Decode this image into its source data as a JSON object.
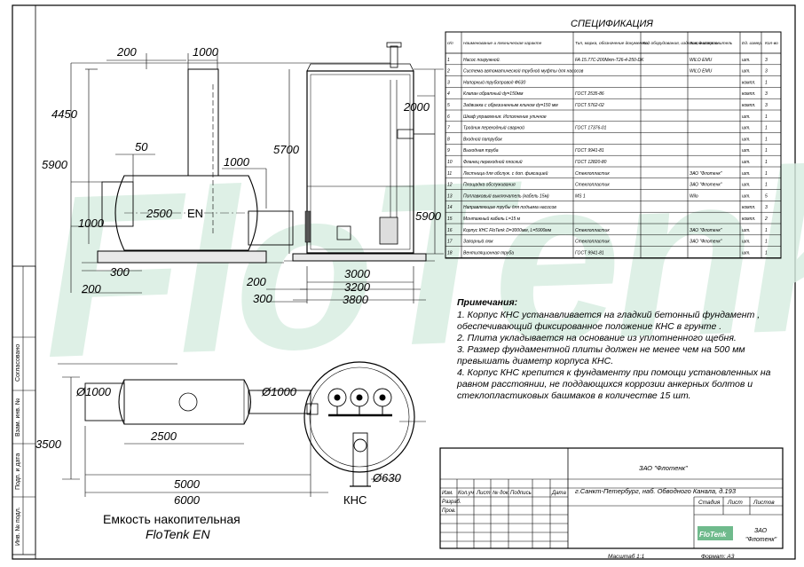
{
  "watermark": "FloTenk",
  "dimensions": {
    "d200_top": "200",
    "d1000_top": "1000",
    "d4450": "4450",
    "d5900_left": "5900",
    "d50": "50",
    "d1000_mid": "1000",
    "d1000_left": "1000",
    "d2500_side": "2500",
    "d300_side": "300",
    "d200_bottom": "200",
    "d5700": "5700",
    "d2000": "2000",
    "d200_knsl": "200",
    "d300_knsl": "300",
    "d3000": "3000",
    "d3200": "3200",
    "d3800": "3800",
    "d5900_right": "5900",
    "d1000_plan": "Ø1000",
    "d1000_plan2": "Ø1000",
    "d3500": "3500",
    "d2500_plan": "2500",
    "d5000": "5000",
    "d6000": "6000",
    "d630": "Ø630"
  },
  "labels": {
    "en_side": "EN",
    "kns_plan": "КНС",
    "tank_title_1": "Емкость накопительная",
    "tank_title_2": "FloTenk EN"
  },
  "spec": {
    "title": "СПЕЦИФИКАЦИЯ",
    "headers": [
      "п/п",
      "Наименование и техническая характеристика",
      "Тип, марка, обозначение документа,опросного листа",
      "Код оборудования, изделия, материала",
      "Завод-изготовитель",
      "Ед. измер.",
      "Кол-во"
    ],
    "rows": [
      {
        "n": "1",
        "name": "Насос погружной.",
        "type": "FA 15.77С-200Мкт-Т26-4-250-DK",
        "code": "",
        "maker": "WILO EMU",
        "unit": "шт.",
        "qty": "3"
      },
      {
        "n": "2",
        "name": "Система автоматической трубной муфты для насосов",
        "type": "",
        "code": "",
        "maker": "WILO EMU",
        "unit": "шт.",
        "qty": "3"
      },
      {
        "n": "3",
        "name": "Напорный трубопровод Ф630",
        "type": "",
        "code": "",
        "maker": "",
        "unit": "компл.",
        "qty": "1"
      },
      {
        "n": "4",
        "name": "Клапан обратный dy=150мм",
        "type": "ГОСТ 2535-86",
        "code": "",
        "maker": "",
        "unit": "компл.",
        "qty": "3"
      },
      {
        "n": "5",
        "name": "Задвижка с обрезиненным клином dy=150 мм",
        "type": "ГОСТ 5762-02",
        "code": "",
        "maker": "",
        "unit": "компл.",
        "qty": "3"
      },
      {
        "n": "6",
        "name": "Шкаф управления. Исполнение уличное",
        "type": "",
        "code": "",
        "maker": "",
        "unit": "шт.",
        "qty": "1"
      },
      {
        "n": "7",
        "name": "Тройник переходный сварной",
        "type": "ГОСТ 17376-01",
        "code": "",
        "maker": "",
        "unit": "шт.",
        "qty": "1"
      },
      {
        "n": "8",
        "name": "Входной патрубок",
        "type": "",
        "code": "",
        "maker": "",
        "unit": "шт.",
        "qty": "1"
      },
      {
        "n": "9",
        "name": "Выходная труба",
        "type": "ГОСТ 9941-81",
        "code": "",
        "maker": "",
        "unit": "шт.",
        "qty": "1"
      },
      {
        "n": "10",
        "name": "Фланец переходной плоский",
        "type": "ГОСТ 12820-80",
        "code": "",
        "maker": "",
        "unit": "шт.",
        "qty": "1"
      },
      {
        "n": "11",
        "name": "Лестница для обслуж. с доп. фиксацией",
        "type": "Стеклопластик",
        "code": "",
        "maker": "ЗАО \"Флотенк\"",
        "unit": "шт.",
        "qty": "1"
      },
      {
        "n": "12",
        "name": "Площадка обслуживания",
        "type": "Стеклопластик",
        "code": "",
        "maker": "ЗАО \"Флотенк\"",
        "unit": "шт.",
        "qty": "1"
      },
      {
        "n": "13",
        "name": "Поплавковый выключатель (кабель 15м)",
        "type": "MS 1",
        "code": "",
        "maker": "Wilo",
        "unit": "шт.",
        "qty": "5"
      },
      {
        "n": "14",
        "name": "Направляющие трубы для подъема насосов",
        "type": "",
        "code": "",
        "maker": "",
        "unit": "компл.",
        "qty": "3"
      },
      {
        "n": "15",
        "name": "Монтажный кабель L=15 м",
        "type": "",
        "code": "",
        "maker": "",
        "unit": "компл.",
        "qty": "2"
      },
      {
        "n": "16",
        "name": "Корпус КНС FloTenk D=3000мм, L=5900мм",
        "type": "Стеклопластик",
        "code": "",
        "maker": "ЗАО \"Флотенк\"",
        "unit": "шт.",
        "qty": "1"
      },
      {
        "n": "17",
        "name": "Запорный люк",
        "type": "Стеклопластик",
        "code": "",
        "maker": "ЗАО \"Флотенк\"",
        "unit": "шт.",
        "qty": "1"
      },
      {
        "n": "18",
        "name": "Вентиляционная труба",
        "type": "ГОСТ 9941-81",
        "code": "",
        "maker": "",
        "unit": "шт.",
        "qty": "1"
      }
    ]
  },
  "notes": {
    "title": "Примечания:",
    "lines": [
      "1. Корпус КНС устанавливается на гладкий бетонный фундамент ,",
      "обеспечивающий фиксированное положение КНС в грунте .",
      "2. Плита укладывается на основание из уплотненного щебня.",
      "3. Размер фундаментной плиты должен не менее чем на 500 мм",
      "превышать диаметр корпуса КНС.",
      "4. Корпус КНС крепится к фундаменту при помощи установленных на",
      "равном расстоянии, не поддающихся коррозии анкерных болтов и",
      "стеклопластиковых башмаков в количестве 15 шт."
    ]
  },
  "stamp": {
    "company": "ЗАО \"Флотенк\"",
    "address": "г.Санкт-Петербург, наб. Обводного Канала, д.193",
    "cols": [
      "Изм.",
      "Кол.уч",
      "Лист",
      "№ док.",
      "Подпись",
      "Дата"
    ],
    "razrab": "Разраб.",
    "prov": "Пров.",
    "stadiya": "Стадия",
    "list": "Лист",
    "listov": "Листов",
    "logo": "FloTenk",
    "company_short_1": "ЗАО",
    "company_short_2": "\"Флотенк\"",
    "scale": "Масштаб 1:1",
    "format": "Формат: А3"
  },
  "side_stamp": [
    "Согласовано",
    "Взам. инв. №",
    "Подп. и дата",
    "Инв. № подл."
  ]
}
